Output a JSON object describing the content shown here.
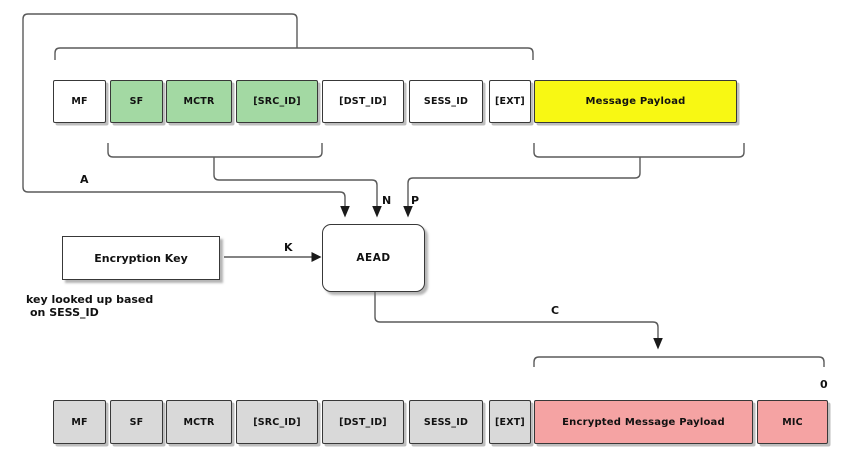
{
  "top_row": {
    "items": [
      {
        "label": "MF"
      },
      {
        "label": "SF"
      },
      {
        "label": "MCTR"
      },
      {
        "label": "[SRC_ID]"
      },
      {
        "label": "[DST_ID]"
      },
      {
        "label": "SESS_ID"
      },
      {
        "label": "[EXT]"
      },
      {
        "label": "Message Payload"
      }
    ]
  },
  "bottom_row": {
    "items": [
      {
        "label": "MF"
      },
      {
        "label": "SF"
      },
      {
        "label": "MCTR"
      },
      {
        "label": "[SRC_ID]"
      },
      {
        "label": "[DST_ID]"
      },
      {
        "label": "SESS_ID"
      },
      {
        "label": "[EXT]"
      },
      {
        "label": "Encrypted Message Payload"
      },
      {
        "label": "MIC"
      }
    ]
  },
  "nodes": {
    "aead": "AEAD",
    "encryption_key": "Encryption Key"
  },
  "edge_labels": {
    "a": "A",
    "n": "N",
    "p": "P",
    "k": "K",
    "c": "C",
    "zero": "0"
  },
  "notes": {
    "key_lookup_line1": "key looked up based",
    "key_lookup_line2": "on SESS_ID"
  },
  "colors": {
    "highlight_green": "#a3d9a3",
    "payload_yellow": "#f8f813",
    "field_gray": "#d9d9d9",
    "encrypted_pink": "#f5a3a3",
    "wire_gray": "#5a5a5a",
    "border_dark": "#383838"
  }
}
